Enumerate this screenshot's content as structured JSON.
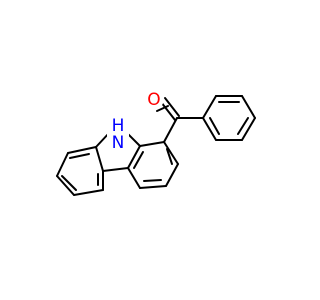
{
  "molecule": {
    "atoms": {
      "oxygen": {
        "symbol": "O",
        "color": "#ff0000"
      },
      "nitrogen": {
        "symbol": "N",
        "color": "#0000ff"
      },
      "nh_hydrogen": {
        "symbol": "H",
        "color": "#0000ff"
      }
    }
  }
}
